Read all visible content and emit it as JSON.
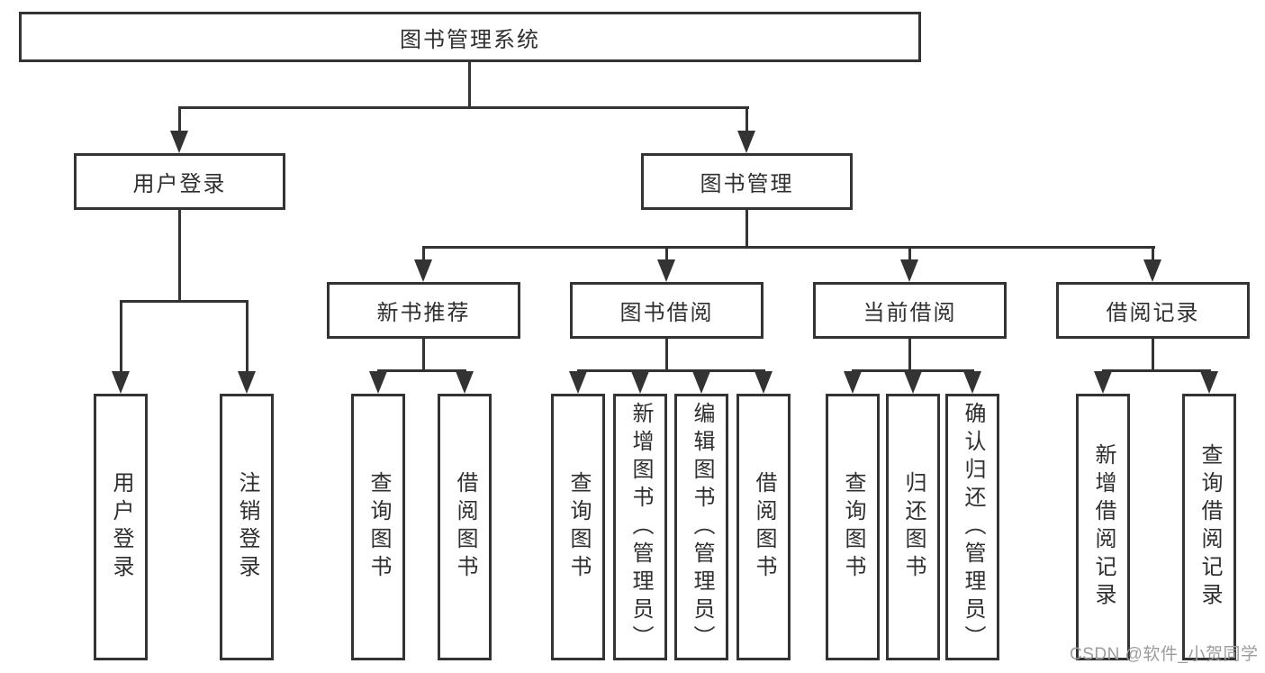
{
  "diagram": {
    "root": {
      "label": "图书管理系统"
    },
    "branches": [
      {
        "id": "user-login",
        "label": "用户登录"
      },
      {
        "id": "book-management",
        "label": "图书管理"
      }
    ],
    "modules": [
      {
        "id": "new-book-recommend",
        "label": "新书推荐"
      },
      {
        "id": "book-borrowing",
        "label": "图书借阅"
      },
      {
        "id": "current-borrowing",
        "label": "当前借阅"
      },
      {
        "id": "borrowing-records",
        "label": "借阅记录"
      }
    ],
    "leaves": [
      {
        "label": "用户登录"
      },
      {
        "label": "注销登录"
      },
      {
        "label": "查询图书"
      },
      {
        "label": "借阅图书"
      },
      {
        "label": "查询图书"
      },
      {
        "label": "新增图书（管理员）"
      },
      {
        "label": "编辑图书（管理员）"
      },
      {
        "label": "借阅图书"
      },
      {
        "label": "查询图书"
      },
      {
        "label": "归还图书"
      },
      {
        "label": "确认归还（管理员）"
      },
      {
        "label": "新增借阅记录"
      },
      {
        "label": "查询借阅记录"
      }
    ],
    "watermark": "CSDN @软件_小贺同学",
    "colors": {
      "line": "#333333",
      "text": "#2f2f2f",
      "box_background": "#ffffff",
      "watermark": "#9c9c9c"
    }
  }
}
